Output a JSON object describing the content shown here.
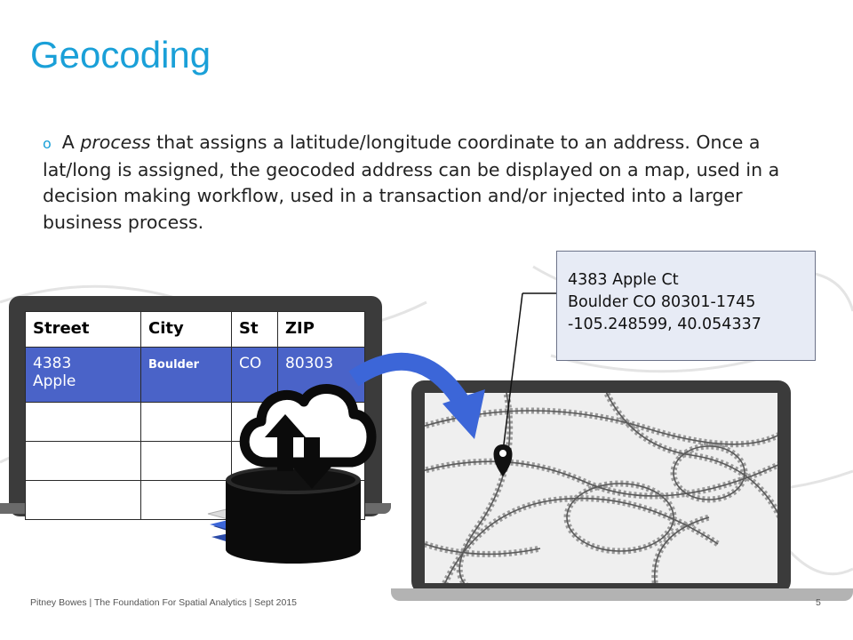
{
  "slide": {
    "title": "Geocoding",
    "bullet": {
      "pre": "A ",
      "emph": "process",
      "post": " that assigns a latitude/longitude coordinate to an address. Once a lat/long is assigned, the geocoded address can be displayed on a map, used in a decision making workflow, used in a transaction and/or injected into a larger business process."
    }
  },
  "table": {
    "headers": [
      "Street",
      "City",
      "St",
      "ZIP"
    ],
    "row": {
      "street_line1": "4383",
      "street_line2": "Apple",
      "city": "Boulder",
      "state": "CO",
      "zip": "80303"
    }
  },
  "callout": {
    "line1": "4383 Apple Ct",
    "line2": "Boulder CO 80301-1745",
    "line3": "-105.248599, 40.054337"
  },
  "footer": {
    "text": "Pitney Bowes | The Foundation For Spatial Analytics | Sept 2015",
    "page": "5"
  },
  "icons": [
    "cloud-sync-icon",
    "database-icon",
    "layers-icon",
    "map-pin-icon",
    "curved-arrow-icon"
  ],
  "colors": {
    "title": "#1aa0d8",
    "table_highlight": "#4a63c8",
    "callout_bg": "#e7ebf5",
    "stack_blue": "#3c66d8"
  }
}
